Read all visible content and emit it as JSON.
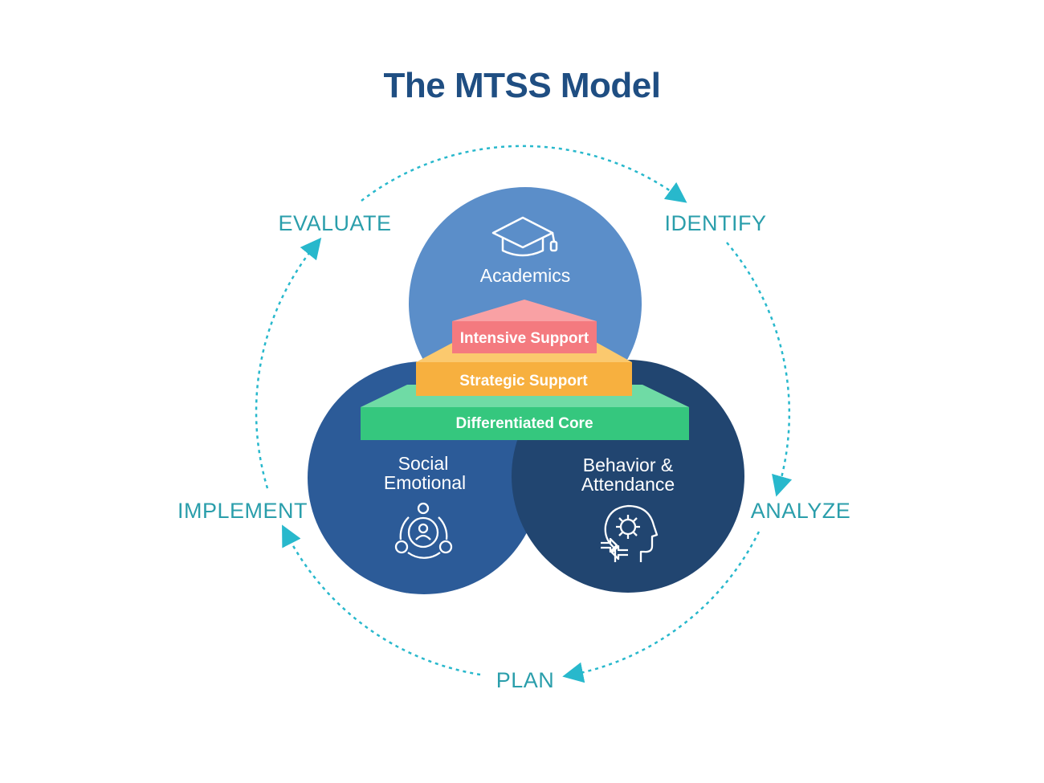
{
  "title": "The MTSS Model",
  "colors": {
    "title": "#1f4e82",
    "cycle": "#2a9eab",
    "arrow": "#28b8cc",
    "academics": "#5b8ec9",
    "social_emotional": "#2c5b98",
    "behavior_attendance": "#214570",
    "intensive": "#f47a7f",
    "strategic": "#f7b03f",
    "differentiated": "#35c77e"
  },
  "cycle_steps": {
    "evaluate": "EVALUATE",
    "identify": "IDENTIFY",
    "analyze": "ANALYZE",
    "plan": "PLAN",
    "implement": "IMPLEMENT"
  },
  "circles": {
    "academics": {
      "label": "Academics",
      "icon": "graduation-cap-icon"
    },
    "social_emotional": {
      "line1": "Social",
      "line2": "Emotional",
      "icon": "people-network-icon"
    },
    "behavior_attendance": {
      "line1": "Behavior &",
      "line2": "Attendance",
      "icon": "head-gear-icon"
    }
  },
  "tiers": {
    "intensive": "Intensive Support",
    "strategic": "Strategic Support",
    "differentiated": "Differentiated Core"
  }
}
